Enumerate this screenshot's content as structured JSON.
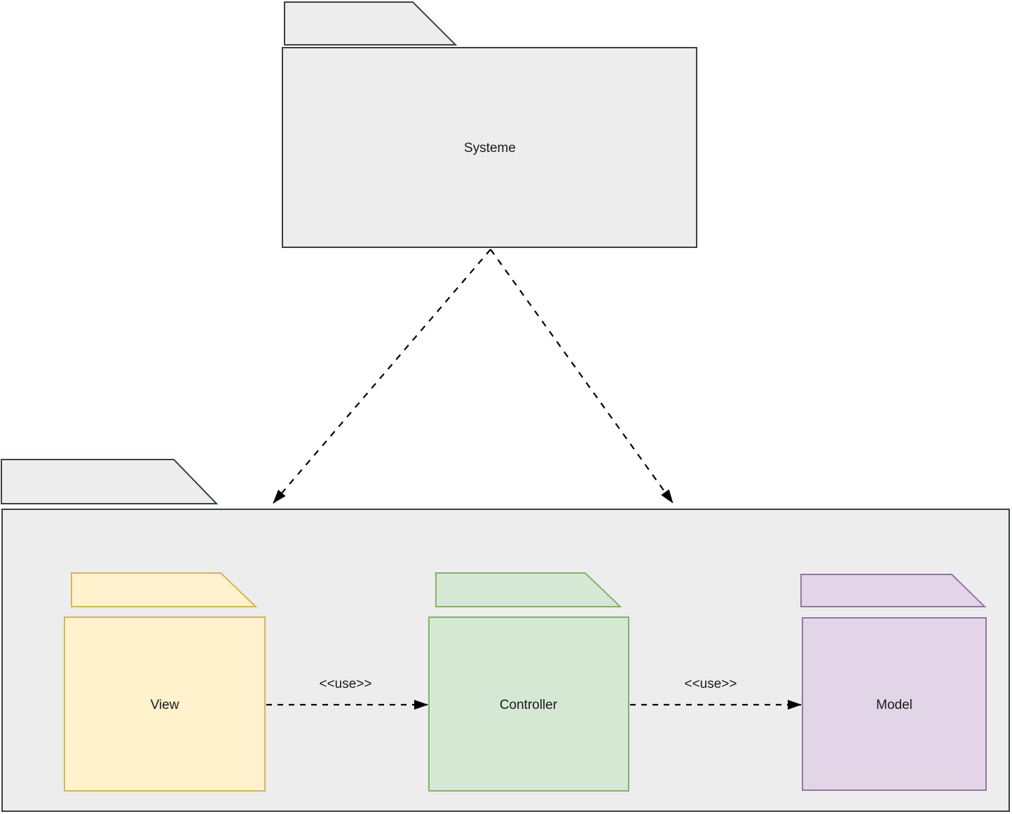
{
  "packages": {
    "systeme": {
      "label": "Systeme"
    },
    "container": {
      "label": ""
    },
    "view": {
      "label": "View"
    },
    "controller": {
      "label": "Controller"
    },
    "model": {
      "label": "Model"
    }
  },
  "edges": {
    "systeme_to_container_left": {
      "label": ""
    },
    "systeme_to_container_right": {
      "label": ""
    },
    "view_to_controller": {
      "label": "<<use>>"
    },
    "controller_to_model": {
      "label": "<<use>>"
    }
  },
  "colors": {
    "canvas_bg": "#ffffff",
    "grey_fill": "#ededed",
    "grey_stroke": "#3b4045",
    "yellow_fill": "#fff2cc",
    "yellow_stroke": "#d6b656",
    "green_fill": "#d5e8d4",
    "green_stroke": "#82b366",
    "purple_fill": "#e1d5e7",
    "purple_stroke": "#9673a6",
    "edge_color": "#000000",
    "text_color": "#1a1a1a"
  }
}
